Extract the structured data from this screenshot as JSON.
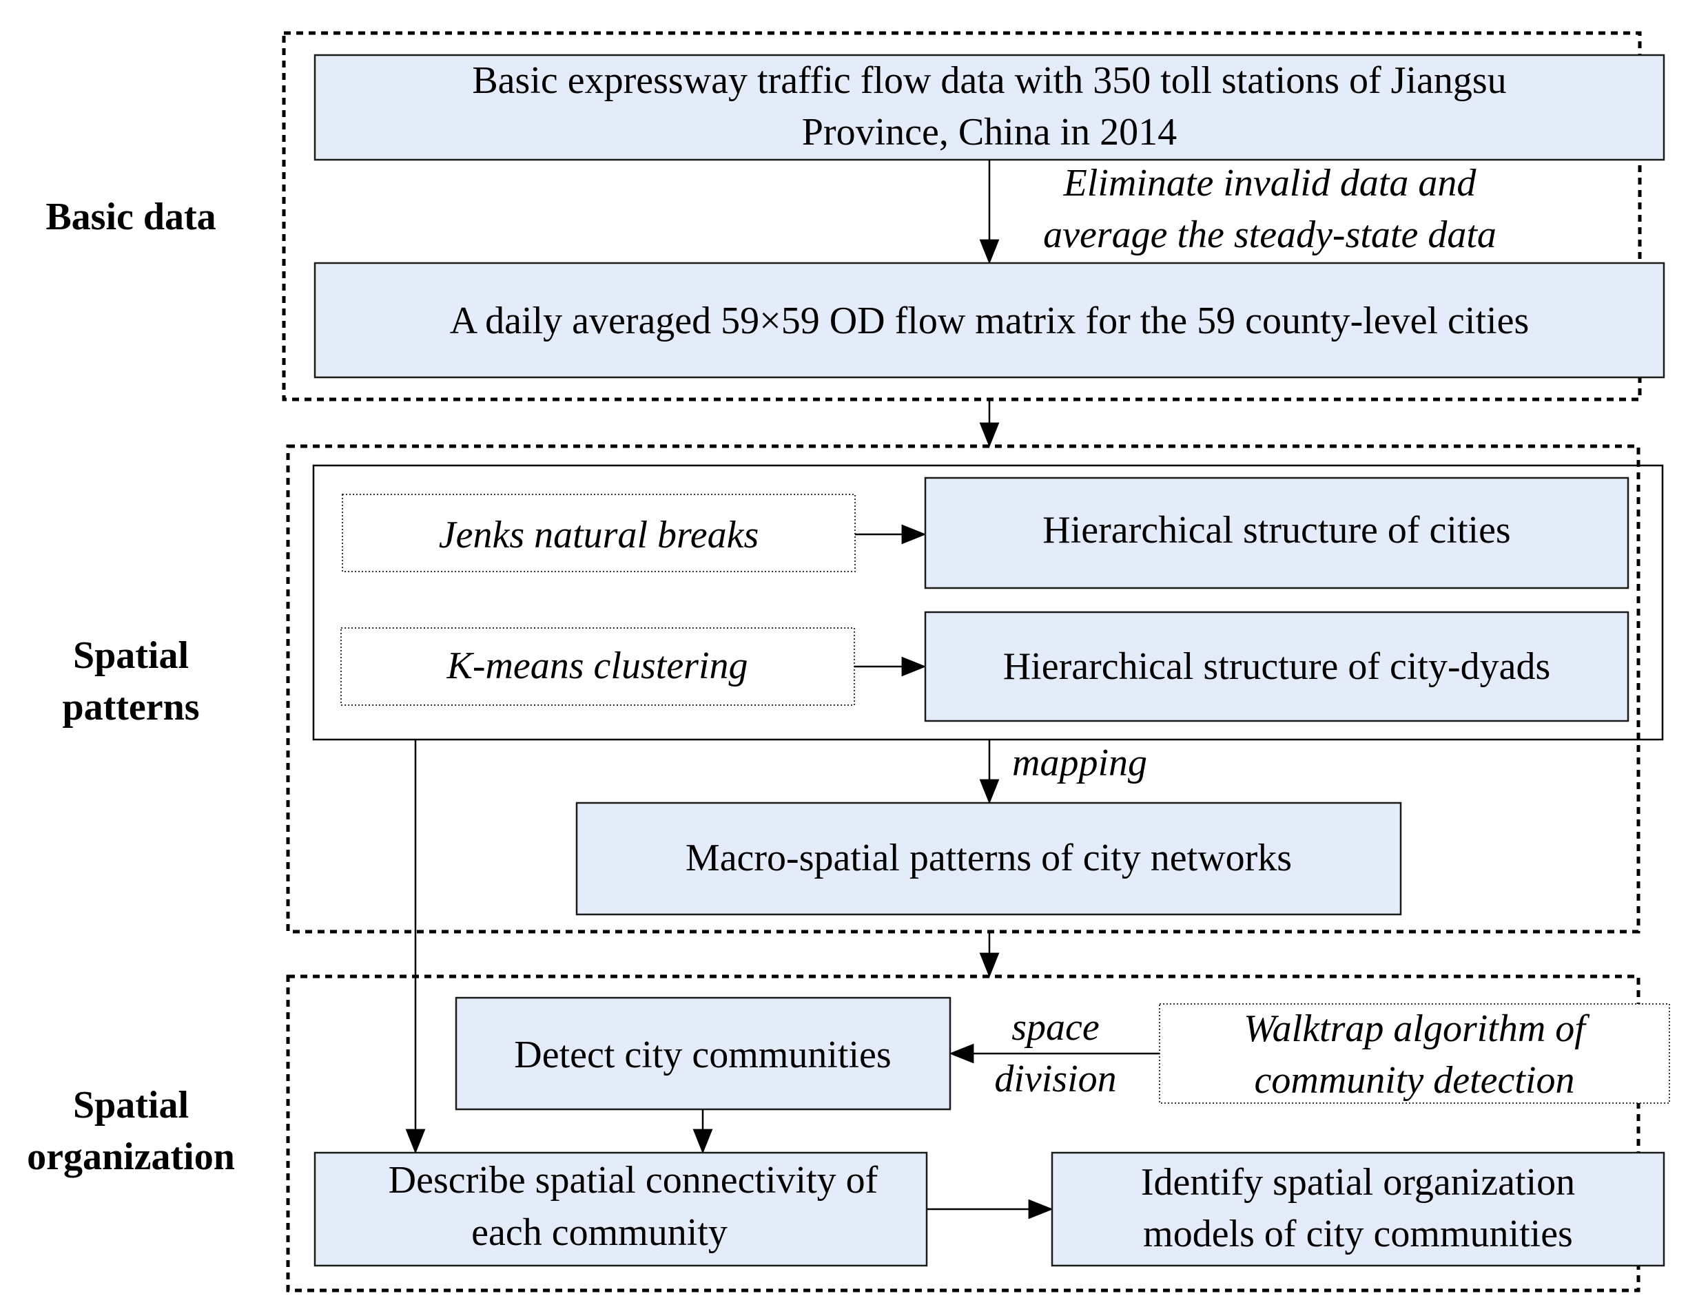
{
  "stages": {
    "basic": {
      "label": "Basic data"
    },
    "patterns": {
      "line1": "Spatial",
      "line2": "patterns"
    },
    "organization": {
      "line1": "Spatial",
      "line2": "organization"
    }
  },
  "nodes": {
    "traffic_data": {
      "line1": "Basic expressway traffic flow data with 350 toll stations of Jiangsu",
      "line2": "Province, China in 2014"
    },
    "od_matrix": {
      "text": "A daily averaged 59×59 OD flow matrix for the 59 county-level cities"
    },
    "jenks": {
      "text": "Jenks natural breaks"
    },
    "hier_cities": {
      "text": "Hierarchical structure of cities"
    },
    "kmeans": {
      "text": "K-means clustering"
    },
    "hier_dyads": {
      "text": "Hierarchical structure of city-dyads"
    },
    "macro_patterns": {
      "text": "Macro-spatial patterns of city networks"
    },
    "detect_communities": {
      "text": "Detect city communities"
    },
    "walktrap": {
      "line1": "Walktrap algorithm of",
      "line2": "community detection"
    },
    "describe_connectivity": {
      "line1": "Describe spatial connectivity of",
      "line2": "each community"
    },
    "identify_models": {
      "line1": "Identify spatial organization",
      "line2": "models of city communities"
    }
  },
  "edges": {
    "eliminate": {
      "line1": "Eliminate invalid data and",
      "line2": "average the steady-state data"
    },
    "mapping": {
      "text": "mapping"
    },
    "space_division": {
      "line1": "space",
      "line2": "division"
    }
  },
  "colors": {
    "box_fill": "#e3ecf8",
    "stroke": "#000000",
    "background": "#ffffff"
  }
}
